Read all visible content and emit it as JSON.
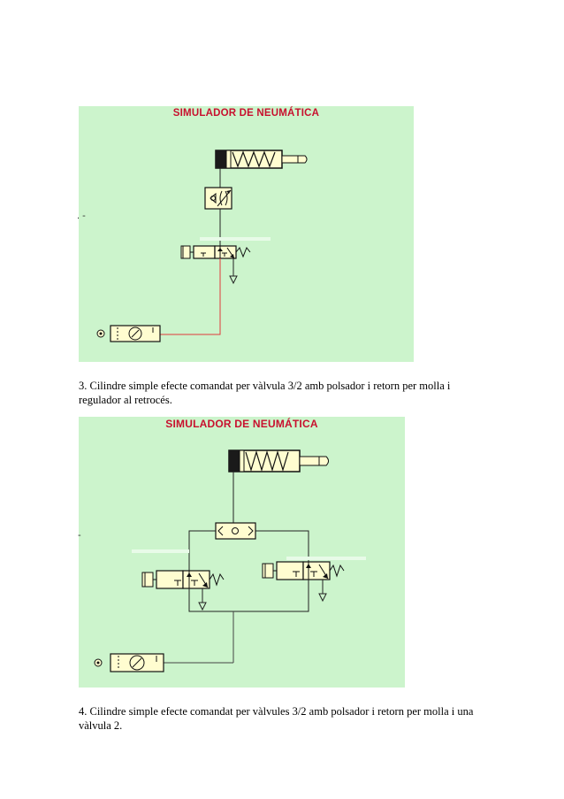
{
  "panels": [
    {
      "title": "SIMULADOR DE NEUMÁTICA",
      "side_mark": ". -"
    },
    {
      "title": "SIMULADOR DE NEUMÁTICA",
      "side_mark": "-"
    }
  ],
  "captions": [
    "3. Cilindre simple efecte comandat per vàlvula 3/2 amb polsador i retorn per molla i regulador al retrocés.",
    "4. Cilindre simple efecte comandat per vàlvules 3/2 amb polsador i retorn per molla i una vàlvula 2."
  ],
  "colors": {
    "panel_bg": "#ccf4cc",
    "title": "#c8102e",
    "component_fill": "#fffdd0",
    "pressure_line": "#e03a3a",
    "line": "#222222"
  },
  "icons": {
    "cylinder": "single-acting-cylinder-icon",
    "flow_regulator": "flow-regulator-icon",
    "valve": "valve-3-2-pushbutton-spring-icon",
    "air_source": "air-supply-unit-icon",
    "shuttle": "shuttle-valve-icon"
  }
}
